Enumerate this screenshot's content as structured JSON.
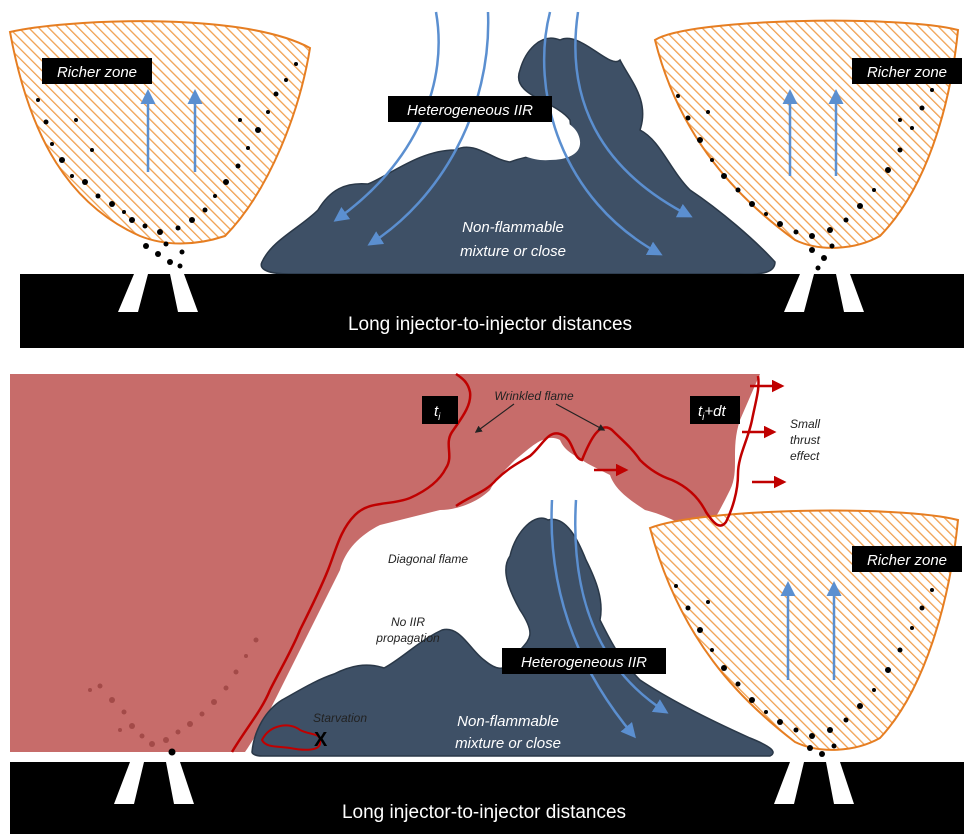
{
  "panel_top": {
    "richer_zone_left": "Richer zone",
    "richer_zone_right": "Richer zone",
    "heterogeneous_iir": "Heterogeneous IIR",
    "non_flammable_line1": "Non-flammable",
    "non_flammable_line2": "mixture or close",
    "base_label": "Long injector-to-injector distances"
  },
  "panel_bottom": {
    "ti_label": "t",
    "ti_sub": "i",
    "tidt_label": "t",
    "tidt_sub": "i",
    "tidt_suffix": "+dt",
    "wrinkled_flame": "Wrinkled flame",
    "small_thrust_line1": "Small",
    "small_thrust_line2": "thrust",
    "small_thrust_line3": "effect",
    "diagonal_flame": "Diagonal flame",
    "no_iir_line1": "No IIR",
    "no_iir_line2": "propagation",
    "starvation": "Starvation",
    "starvation_mark": "X",
    "heterogeneous_iir": "Heterogeneous IIR",
    "non_flammable_line1": "Non-flammable",
    "non_flammable_line2": "mixture or close",
    "richer_zone": "Richer zone",
    "base_label": "Long injector-to-injector distances"
  },
  "colors": {
    "spray_hatch": "#f0a050",
    "spray_outline": "#e67e22",
    "gas_pocket": "#3e5066",
    "flow_arrow": "#5b8fd0",
    "burnt_gas": "#c76c6a",
    "flame_front": "#c00000",
    "base_wall": "#000000"
  }
}
